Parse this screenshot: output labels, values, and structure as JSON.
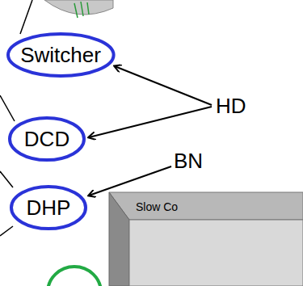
{
  "diagram": {
    "nodes": [
      {
        "text": [
          "Switcher"
        ]
      },
      {
        "text": [
          "DCD"
        ]
      },
      {
        "text": [
          "DHP"
        ]
      },
      {
        "text": [
          "Slow Co"
        ]
      }
    ],
    "labels": [
      "HD",
      "BN"
    ]
  }
}
